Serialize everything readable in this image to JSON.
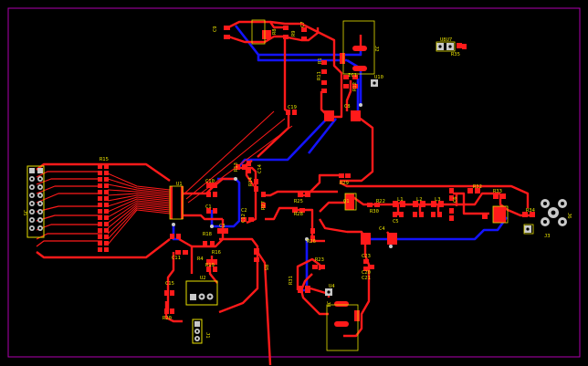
{
  "board": {
    "colors": {
      "background": "#000000",
      "outline": "#b000b0",
      "top_copper": "#ff1a1a",
      "bottom_copper": "#1010ff",
      "silkscreen": "#e8e000",
      "pad": "#ff1a1a",
      "pad_gray": "#c8c8c8",
      "drill": "#000000"
    }
  },
  "labels": {
    "C9": "C9",
    "R8": "R8",
    "C7": "C7",
    "R9": "R9",
    "U10": "U10",
    "J2": "J2",
    "IC1": "IC1",
    "R11": "R11",
    "R12": "R12",
    "C19": "C19",
    "C8": "C8",
    "R15": "R15",
    "U1": "U1",
    "C10": "C10",
    "C11": "C11",
    "C1": "C1",
    "C3": "C3",
    "C14": "C14",
    "R4": "R4",
    "R14": "R14",
    "R22": "R22",
    "R25": "R25",
    "R26": "R26",
    "R28": "R28",
    "R29": "R29",
    "R30": "R30",
    "C5": "C5",
    "L1": "L1",
    "L2": "L2",
    "L3": "L3",
    "C4": "C4",
    "C6": "C6",
    "R32": "R32",
    "R33": "R33",
    "R34": "R34",
    "Q1": "Q1",
    "J3": "J3",
    "J6": "J6",
    "U4": "U4",
    "R35": "R35",
    "U8U7": "U8U7",
    "C15": "C15",
    "C20": "C20",
    "U2": "U2",
    "J1": "J1",
    "R23": "R23",
    "R31": "R31",
    "J4": "J4",
    "C23": "C23",
    "C21": "C21",
    "R13": "R13",
    "R16": "R16",
    "R18": "R18",
    "R19": "R19",
    "R5": "R5",
    "J5": "J5",
    "C2": "C2",
    "R20": "R20",
    "R1": "R1",
    "R27": "R27",
    "C12": "C12"
  }
}
